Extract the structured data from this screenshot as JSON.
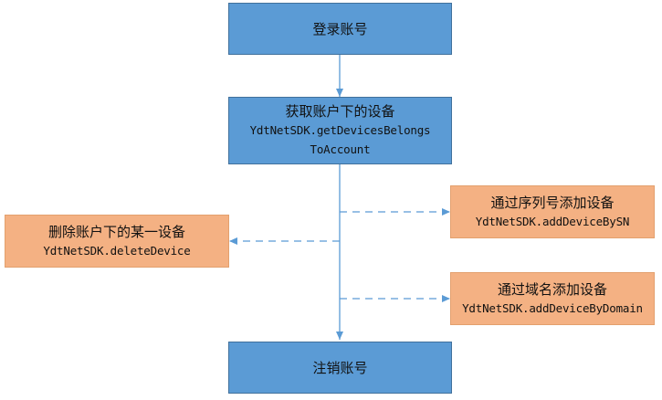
{
  "nodes": {
    "login": {
      "title": "登录账号"
    },
    "get_devices": {
      "title": "获取账户下的设备",
      "code_line1": "YdtNetSDK.getDevicesBelongs",
      "code_line2": "ToAccount"
    },
    "add_by_sn": {
      "title": "通过序列号添加设备",
      "code": "YdtNetSDK.addDeviceBySN"
    },
    "delete_device": {
      "title": "删除账户下的某一设备",
      "code": "YdtNetSDK.deleteDevice"
    },
    "add_by_domain": {
      "title": "通过域名添加设备",
      "code": "YdtNetSDK.addDeviceByDomain"
    },
    "logout": {
      "title": "注销账号"
    }
  },
  "colors": {
    "primary_box": "#5b9bd5",
    "secondary_box": "#f4b183",
    "connector": "#5b9bd5"
  }
}
